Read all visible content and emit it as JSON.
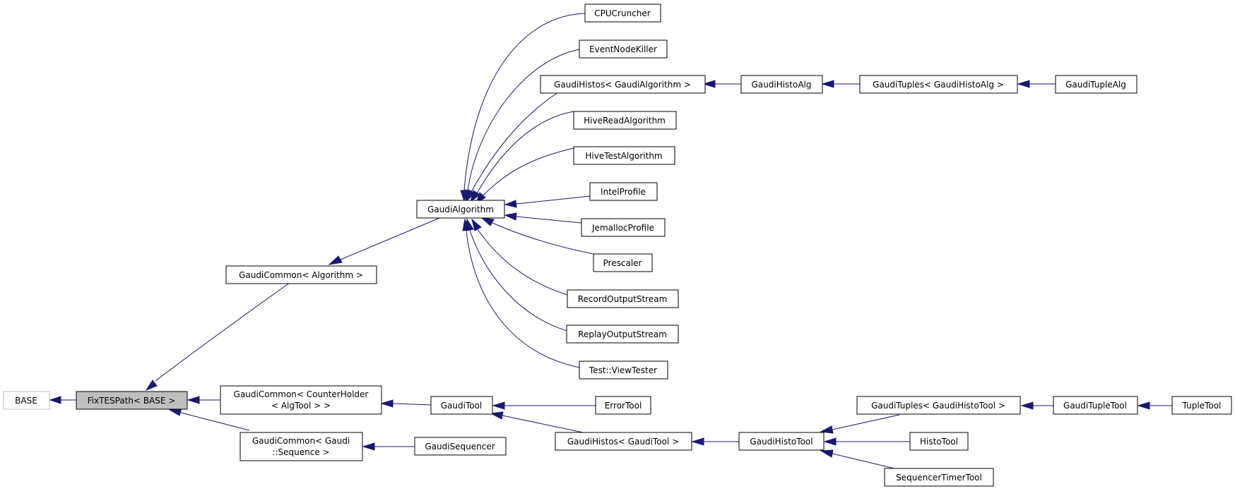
{
  "colors": {
    "edge": "#191970",
    "focus_fill": "#bfbfbf",
    "ghost_border": "#bfbfbf",
    "border": "#000000"
  },
  "nodes": {
    "base": {
      "lines": [
        "BASE"
      ]
    },
    "fixtespath": {
      "lines": [
        "FixTESPath< BASE >"
      ]
    },
    "gc_algorithm": {
      "lines": [
        "GaudiCommon< Algorithm >"
      ]
    },
    "gc_counterholder": {
      "lines": [
        "GaudiCommon< CounterHolder",
        "< AlgTool > >"
      ]
    },
    "gc_sequence": {
      "lines": [
        "GaudiCommon< Gaudi",
        "::Sequence >"
      ]
    },
    "gaudialgorithm": {
      "lines": [
        "GaudiAlgorithm"
      ]
    },
    "gauditool": {
      "lines": [
        "GaudiTool"
      ]
    },
    "gaudisequencer": {
      "lines": [
        "GaudiSequencer"
      ]
    },
    "cpucruncher": {
      "lines": [
        "CPUCruncher"
      ]
    },
    "eventnodekiller": {
      "lines": [
        "EventNodeKiller"
      ]
    },
    "gh_algorithm": {
      "lines": [
        "GaudiHistos< GaudiAlgorithm >"
      ]
    },
    "hivereadalgorithm": {
      "lines": [
        "HiveReadAlgorithm"
      ]
    },
    "hivetestalgorithm": {
      "lines": [
        "HiveTestAlgorithm"
      ]
    },
    "intelprofile": {
      "lines": [
        "IntelProfile"
      ]
    },
    "jemallocprofile": {
      "lines": [
        "JemallocProfile"
      ]
    },
    "prescaler": {
      "lines": [
        "Prescaler"
      ]
    },
    "recordoutputstream": {
      "lines": [
        "RecordOutputStream"
      ]
    },
    "replayoutputstream": {
      "lines": [
        "ReplayOutputStream"
      ]
    },
    "viewtester": {
      "lines": [
        "Test::ViewTester"
      ]
    },
    "gaudihistoalg": {
      "lines": [
        "GaudiHistoAlg"
      ]
    },
    "gt_histoalg": {
      "lines": [
        "GaudiTuples< GaudiHistoAlg >"
      ]
    },
    "gaudituplealg": {
      "lines": [
        "GaudiTupleAlg"
      ]
    },
    "errortool": {
      "lines": [
        "ErrorTool"
      ]
    },
    "gh_tool": {
      "lines": [
        "GaudiHistos< GaudiTool >"
      ]
    },
    "gaudihistotool": {
      "lines": [
        "GaudiHistoTool"
      ]
    },
    "gt_histotool": {
      "lines": [
        "GaudiTuples< GaudiHistoTool >"
      ]
    },
    "histotool": {
      "lines": [
        "HistoTool"
      ]
    },
    "sequencertimertool": {
      "lines": [
        "SequencerTimerTool"
      ]
    },
    "gauditupletool": {
      "lines": [
        "GaudiTupleTool"
      ]
    },
    "tupletool": {
      "lines": [
        "TupleTool"
      ]
    }
  },
  "edges": [
    {
      "from": "fixtespath",
      "to": "base"
    },
    {
      "from": "gc_algorithm",
      "to": "fixtespath"
    },
    {
      "from": "gc_counterholder",
      "to": "fixtespath"
    },
    {
      "from": "gc_sequence",
      "to": "fixtespath"
    },
    {
      "from": "gaudialgorithm",
      "to": "gc_algorithm"
    },
    {
      "from": "gauditool",
      "to": "gc_counterholder"
    },
    {
      "from": "gaudisequencer",
      "to": "gc_sequence"
    },
    {
      "from": "cpucruncher",
      "to": "gaudialgorithm"
    },
    {
      "from": "eventnodekiller",
      "to": "gaudialgorithm"
    },
    {
      "from": "gh_algorithm",
      "to": "gaudialgorithm"
    },
    {
      "from": "hivereadalgorithm",
      "to": "gaudialgorithm"
    },
    {
      "from": "hivetestalgorithm",
      "to": "gaudialgorithm"
    },
    {
      "from": "intelprofile",
      "to": "gaudialgorithm"
    },
    {
      "from": "jemallocprofile",
      "to": "gaudialgorithm"
    },
    {
      "from": "prescaler",
      "to": "gaudialgorithm"
    },
    {
      "from": "recordoutputstream",
      "to": "gaudialgorithm"
    },
    {
      "from": "replayoutputstream",
      "to": "gaudialgorithm"
    },
    {
      "from": "viewtester",
      "to": "gaudialgorithm"
    },
    {
      "from": "gaudihistoalg",
      "to": "gh_algorithm"
    },
    {
      "from": "gt_histoalg",
      "to": "gaudihistoalg"
    },
    {
      "from": "gaudituplealg",
      "to": "gt_histoalg"
    },
    {
      "from": "errortool",
      "to": "gauditool"
    },
    {
      "from": "gh_tool",
      "to": "gauditool"
    },
    {
      "from": "gaudihistotool",
      "to": "gh_tool"
    },
    {
      "from": "gt_histotool",
      "to": "gaudihistotool"
    },
    {
      "from": "histotool",
      "to": "gaudihistotool"
    },
    {
      "from": "sequencertimertool",
      "to": "gaudihistotool"
    },
    {
      "from": "gauditupletool",
      "to": "gt_histotool"
    },
    {
      "from": "tupletool",
      "to": "gauditupletool"
    }
  ]
}
